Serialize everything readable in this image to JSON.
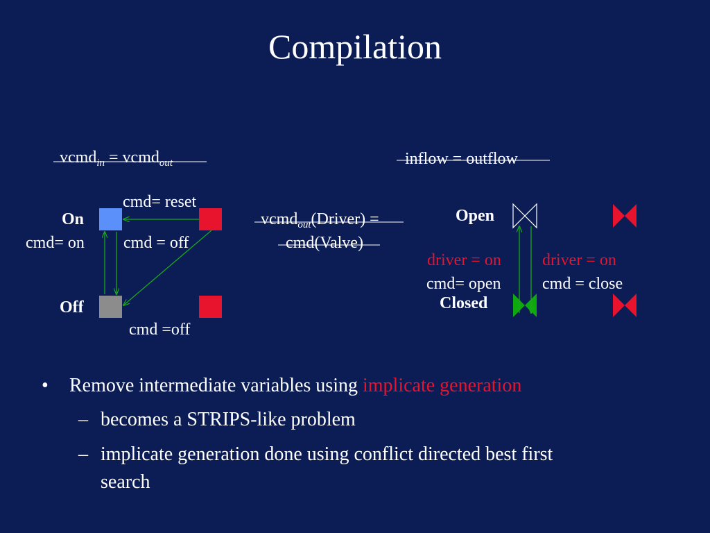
{
  "title": "Compilation",
  "left_diagram": {
    "constraint": {
      "text_a": "vcmd",
      "sub_a": "in",
      "text_b": " = vcmd",
      "sub_b": "out"
    },
    "state_on": "On",
    "state_off": "Off",
    "cmd_reset": "cmd= reset",
    "cmd_on": "cmd= on",
    "cmd_off_1": "cmd = off",
    "cmd_off_2": "cmd =off",
    "colors": {
      "on": "#5b8ff9",
      "off": "#8c8c8c",
      "fault": "#e8142e",
      "arrow": "#1aa81a"
    }
  },
  "middle": {
    "text_a": "vcmd",
    "sub_a": "out",
    "text_b": "(Driver) =",
    "line2": "cmd(Valve)"
  },
  "right_diagram": {
    "constraint": "inflow = outflow",
    "state_open": "Open",
    "state_closed": "Closed",
    "driver_left": "driver = on",
    "cmd_open": "cmd= open",
    "driver_right": "driver = on",
    "cmd_close": "cmd = close",
    "colors": {
      "closed": "#0fa80f",
      "fault": "#e8142e",
      "open_outline": "#ffffff"
    }
  },
  "bullets": [
    {
      "text": "Remove intermediate variables using ",
      "highlight": "implicate generation",
      "highlight_color": "#e8142e"
    }
  ],
  "subbullets": [
    {
      "line1": "becomes a STRIPS-like problem"
    },
    {
      "line1": "implicate generation done using conflict directed best first",
      "line2": "search"
    }
  ]
}
